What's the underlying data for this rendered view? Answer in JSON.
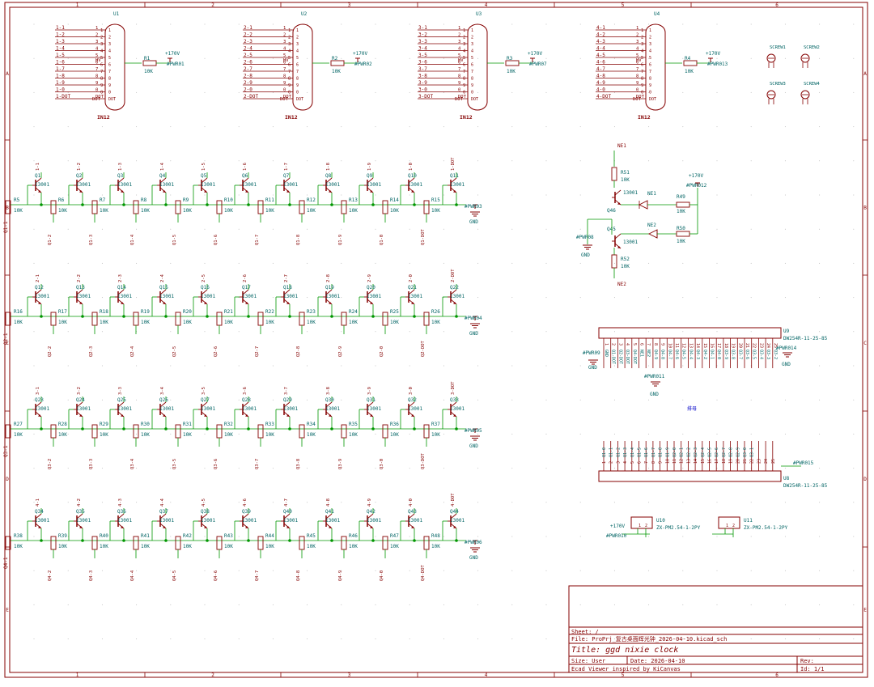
{
  "colors": {
    "frame": "#840000",
    "wire": "#009600",
    "symbol": "#840000",
    "ref": "#006464",
    "label": "#840000",
    "junction": "#009600",
    "note": "#0000c8"
  },
  "frame": {
    "col_labels": [
      "1",
      "2",
      "3",
      "4",
      "5",
      "6"
    ],
    "row_labels": [
      "A",
      "B",
      "C",
      "D",
      "E"
    ]
  },
  "tubes": [
    {
      "ref": "U1",
      "value": "IN12",
      "prefix": "1",
      "resistor": "R1",
      "rval": "10K",
      "pwr": "#PWR01",
      "hv": "HV",
      "v": "+170V"
    },
    {
      "ref": "U2",
      "value": "IN12",
      "prefix": "2",
      "resistor": "R2",
      "rval": "10K",
      "pwr": "#PWR02",
      "hv": "HV",
      "v": "+170V"
    },
    {
      "ref": "U3",
      "value": "IN12",
      "prefix": "3",
      "resistor": "R3",
      "rval": "10K",
      "pwr": "#PWR07",
      "hv": "HV",
      "v": "+170V"
    },
    {
      "ref": "U4",
      "value": "IN12",
      "prefix": "4",
      "resistor": "R4",
      "rval": "10K",
      "pwr": "#PWR013",
      "hv": "HV",
      "v": "+170V"
    }
  ],
  "tube_pin_numbers": [
    "1",
    "2",
    "3",
    "4",
    "5",
    "6",
    "7",
    "8",
    "9",
    "0",
    "DOT"
  ],
  "tube_digits": [
    "1",
    "2",
    "3",
    "4",
    "5",
    "6",
    "7",
    "8",
    "9",
    "0"
  ],
  "screws": [
    "SCREW1",
    "SCREW2",
    "SCREW3",
    "SCREW4"
  ],
  "driver_rows": [
    {
      "q_start": 1,
      "r_first": "R5",
      "r_start": 6,
      "pwr": "#PWR03"
    },
    {
      "q_start": 12,
      "r_first": "R16",
      "r_start": 17,
      "pwr": "#PWR04"
    },
    {
      "q_start": 23,
      "r_first": "R27",
      "r_start": 28,
      "pwr": "#PWR05"
    },
    {
      "q_start": 34,
      "r_first": "R38",
      "r_start": 39,
      "pwr": "#PWR06"
    }
  ],
  "driver_part": "13001",
  "res_value": "10K",
  "gnd": "GND",
  "neon": {
    "ne1": "NE1",
    "ne2": "NE2",
    "r51": "R51",
    "r52": "R52",
    "r49": "R49",
    "r50": "R50",
    "q46": "Q46",
    "q45": "Q45",
    "lamp1": "NE1",
    "lamp2": "NE2",
    "part": "13001",
    "rval": "10K",
    "pwr_top": "#PWR012",
    "pwr_bot": "#PWR08",
    "v": "+170V",
    "gnd": "GND"
  },
  "conn_u9": {
    "ref": "U9",
    "value": "DW254R-11-25-85",
    "pins": [
      "1",
      "2",
      "3",
      "4",
      "5",
      "6",
      "7",
      "8",
      "9",
      "10",
      "11",
      "12",
      "13",
      "14",
      "15",
      "16",
      "17",
      "18",
      "19",
      "20",
      "21",
      "22",
      "23",
      "24",
      "25"
    ],
    "nets": [
      "GND",
      "Q1-DOT",
      "Q2-DOT",
      "Q3-DOT",
      "Q4-DOT",
      "NE1",
      "NE2",
      "Q4-9",
      "Q4-8",
      "Q4-7",
      "Q4-6",
      "Q4-5",
      "Q4-4",
      "Q4-3",
      "Q4-2",
      "Q4-1",
      "Q4-0",
      "Q3-9",
      "Q3-8",
      "Q3-7",
      "Q3-6",
      "Q3-5",
      "Q3-4",
      "Q3-3",
      "Q3-2"
    ],
    "pwr_left": "#PWR09",
    "pwr_mid": "#PWR011",
    "pwr_right": "#PWR014",
    "gnd": "GND"
  },
  "note_text": "排母",
  "conn_u8": {
    "ref": "U8",
    "value": "DW254R-11-25-85",
    "pins": [
      "1",
      "2",
      "3",
      "4",
      "5",
      "6",
      "7",
      "8",
      "9",
      "10",
      "11",
      "12",
      "13",
      "14",
      "15",
      "16",
      "17",
      "18",
      "19",
      "20",
      "21",
      "22",
      "23",
      "24",
      "25"
    ],
    "nets": [
      "Q1-0",
      "Q1-1",
      "Q1-2",
      "Q1-3",
      "Q1-4",
      "Q1-5",
      "Q1-6",
      "Q1-7",
      "Q1-8",
      "Q1-9",
      "Q2-0",
      "Q2-1",
      "Q2-2",
      "Q2-3",
      "Q2-4",
      "Q2-5",
      "Q2-6",
      "Q2-7",
      "Q2-8",
      "Q2-9",
      "Q3-0",
      "Q3-1",
      "",
      "",
      ""
    ],
    "pwr": "#PWR015"
  },
  "conn_u10": {
    "ref": "U10",
    "value": "ZX-PM2.54-1-2PY",
    "v": "+170V",
    "pwr": "#PWR010",
    "pins": [
      "1",
      "2"
    ]
  },
  "conn_u11": {
    "ref": "U11",
    "value": "ZX-PM2.54-1-2PY",
    "pins": [
      "1",
      "2"
    ]
  },
  "title_block": {
    "sheet": "Sheet: /",
    "file": "File: ProPrj_复古桌面辉光钟_2026-04-10.kicad_sch",
    "title": "Title: ggd nixie clock",
    "size": "Size: User",
    "date": "Date: 2026-04-10",
    "rev": "Rev:",
    "viewer": "Ecad Viewer inspired by KiCanvas",
    "id": "Id: 1/1"
  }
}
